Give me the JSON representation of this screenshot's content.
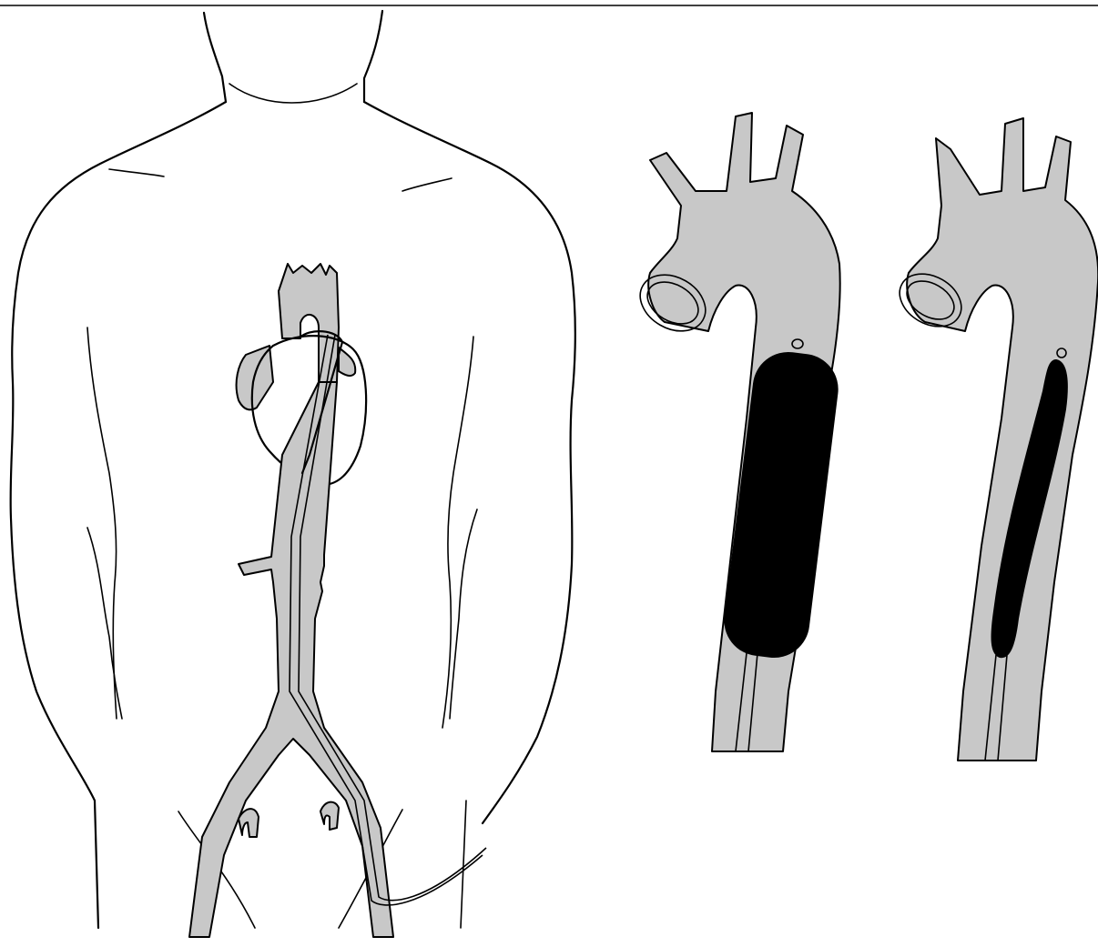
{
  "figure": {
    "panels": [
      {
        "id": "body",
        "icon": "torso-with-catheter"
      },
      {
        "id": "balloon-inflated",
        "icon": "aorta-with-inflated-balloon"
      },
      {
        "id": "balloon-deflated",
        "icon": "aorta-with-deflated-balloon"
      }
    ],
    "colors": {
      "vessel": "#c8c8c8",
      "outline": "#000000",
      "balloon": "#000000",
      "background": "#ffffff"
    }
  }
}
